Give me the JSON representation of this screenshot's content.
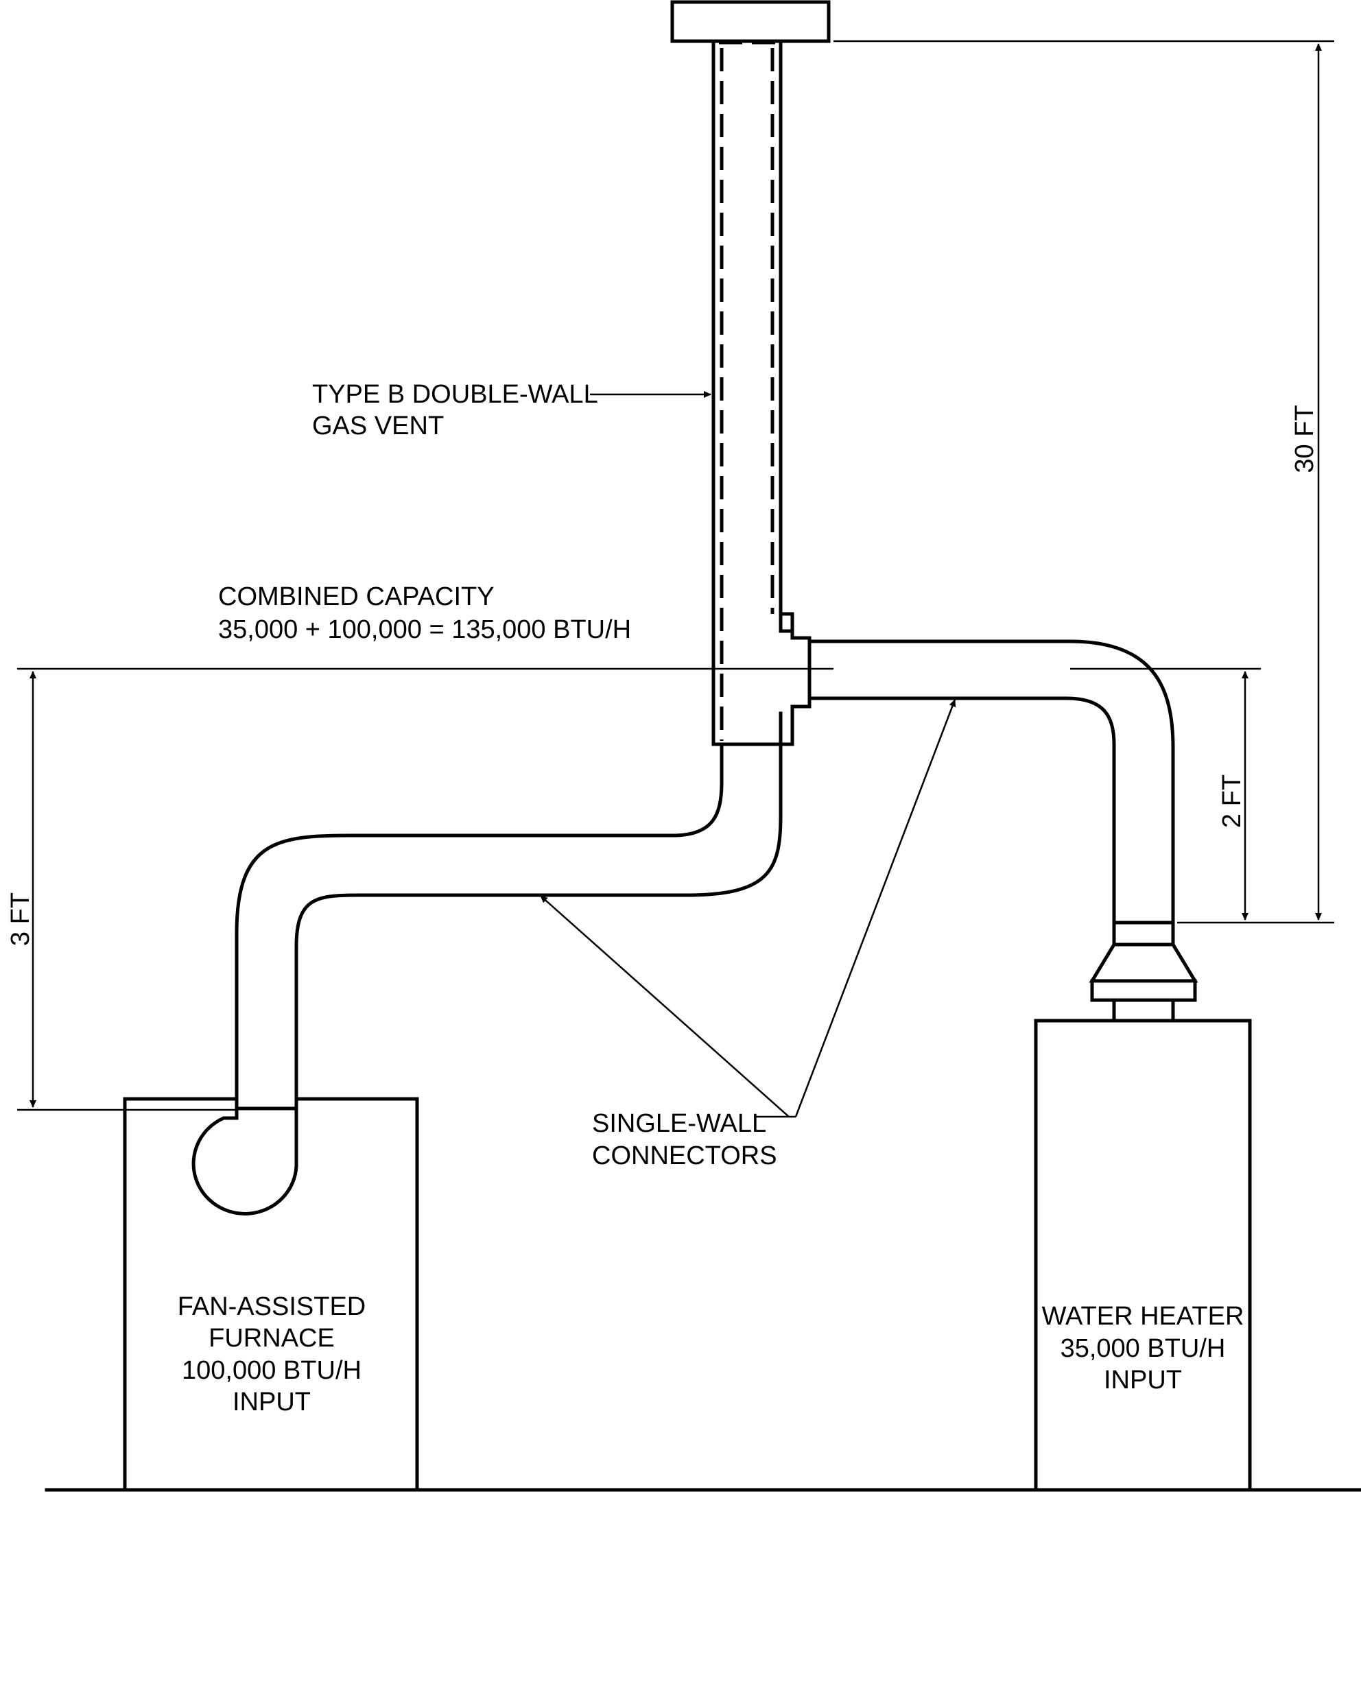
{
  "labels": {
    "vent_line1": "TYPE B DOUBLE-WALL",
    "vent_line2": "GAS VENT",
    "capacity_line1": "COMBINED CAPACITY",
    "capacity_line2": "35,000 + 100,000 = 135,000 BTU/H",
    "connectors_line1": "SINGLE-WALL",
    "connectors_line2": "CONNECTORS",
    "furnace_line1": "FAN-ASSISTED",
    "furnace_line2": "FURNACE",
    "furnace_line3": "100,000 BTU/H",
    "furnace_line4": "INPUT",
    "heater_line1": "WATER HEATER",
    "heater_line2": "35,000 BTU/H",
    "heater_line3": "INPUT"
  },
  "dimensions": {
    "vent_height": "30 FT",
    "heater_rise": "2 FT",
    "furnace_rise": "3 FT"
  }
}
